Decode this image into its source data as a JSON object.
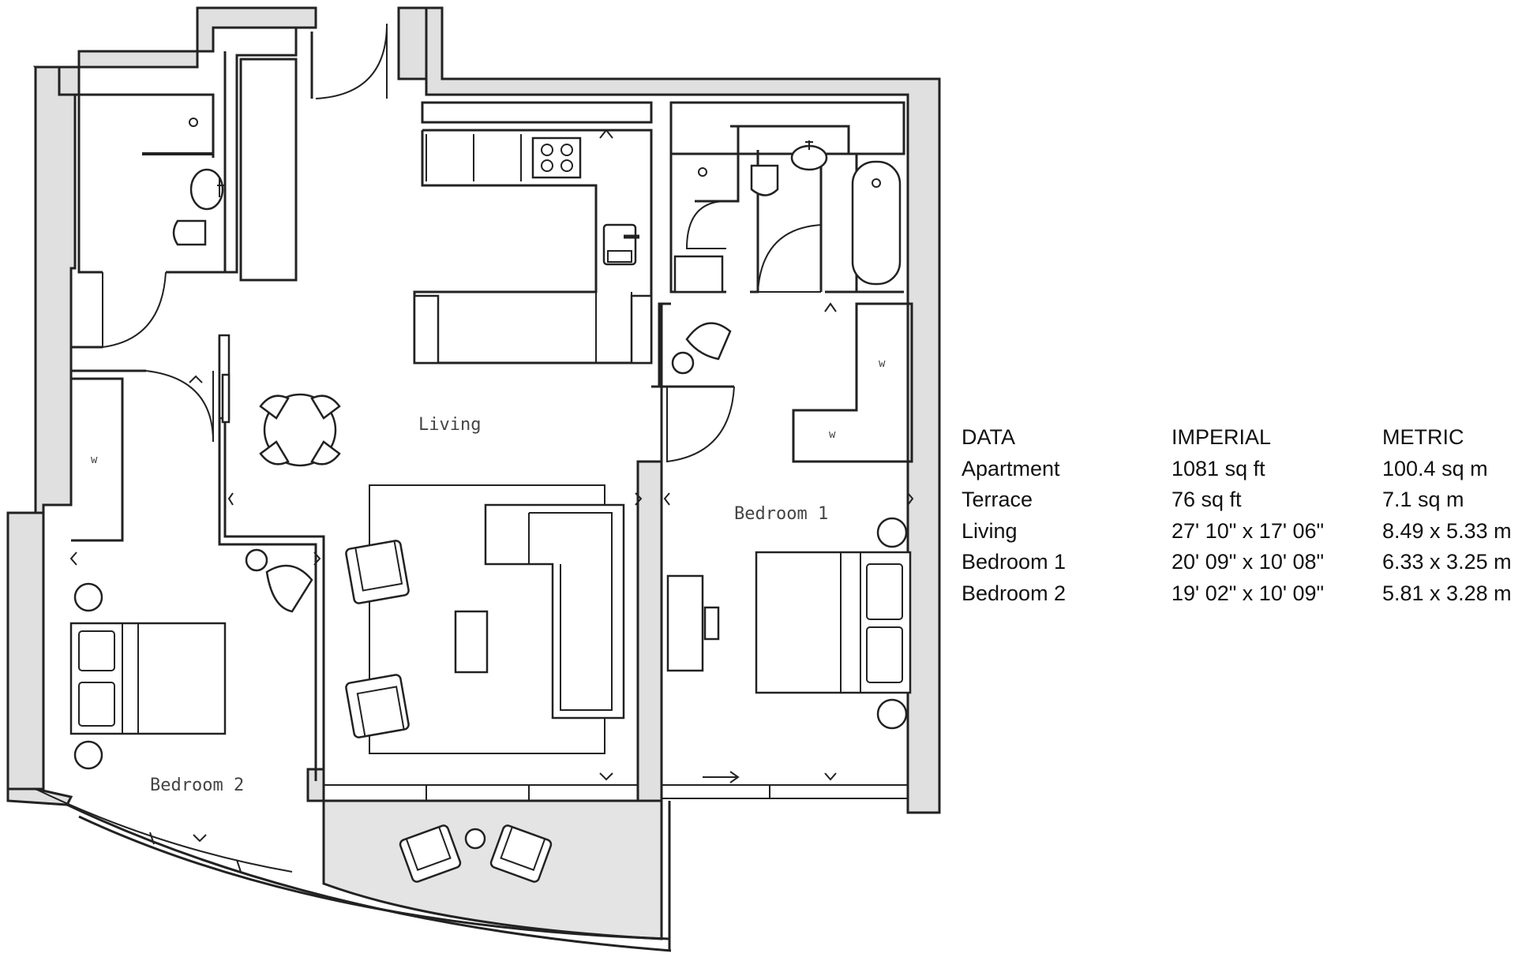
{
  "rooms": {
    "living": "Living",
    "bedroom1": "Bedroom 1",
    "bedroom2": "Bedroom 2",
    "wardrobe_mark": "w"
  },
  "data_table": {
    "headers": [
      "DATA",
      "IMPERIAL",
      "METRIC"
    ],
    "rows": [
      [
        "Apartment",
        "1081 sq ft",
        "100.4 sq m"
      ],
      [
        "Terrace",
        "76 sq ft",
        "7.1 sq m"
      ],
      [
        "Living",
        "27' 10\" x 17' 06\"",
        "8.49 x 5.33 m"
      ],
      [
        "Bedroom 1",
        "20' 09\" x 10' 08\"",
        "6.33 x 3.25 m"
      ],
      [
        "Bedroom 2",
        "19' 02\" x 10' 09\"",
        "5.81 x 3.28 m"
      ]
    ]
  },
  "colors": {
    "wall_fill": "#e0e0e0",
    "line": "#222222"
  }
}
